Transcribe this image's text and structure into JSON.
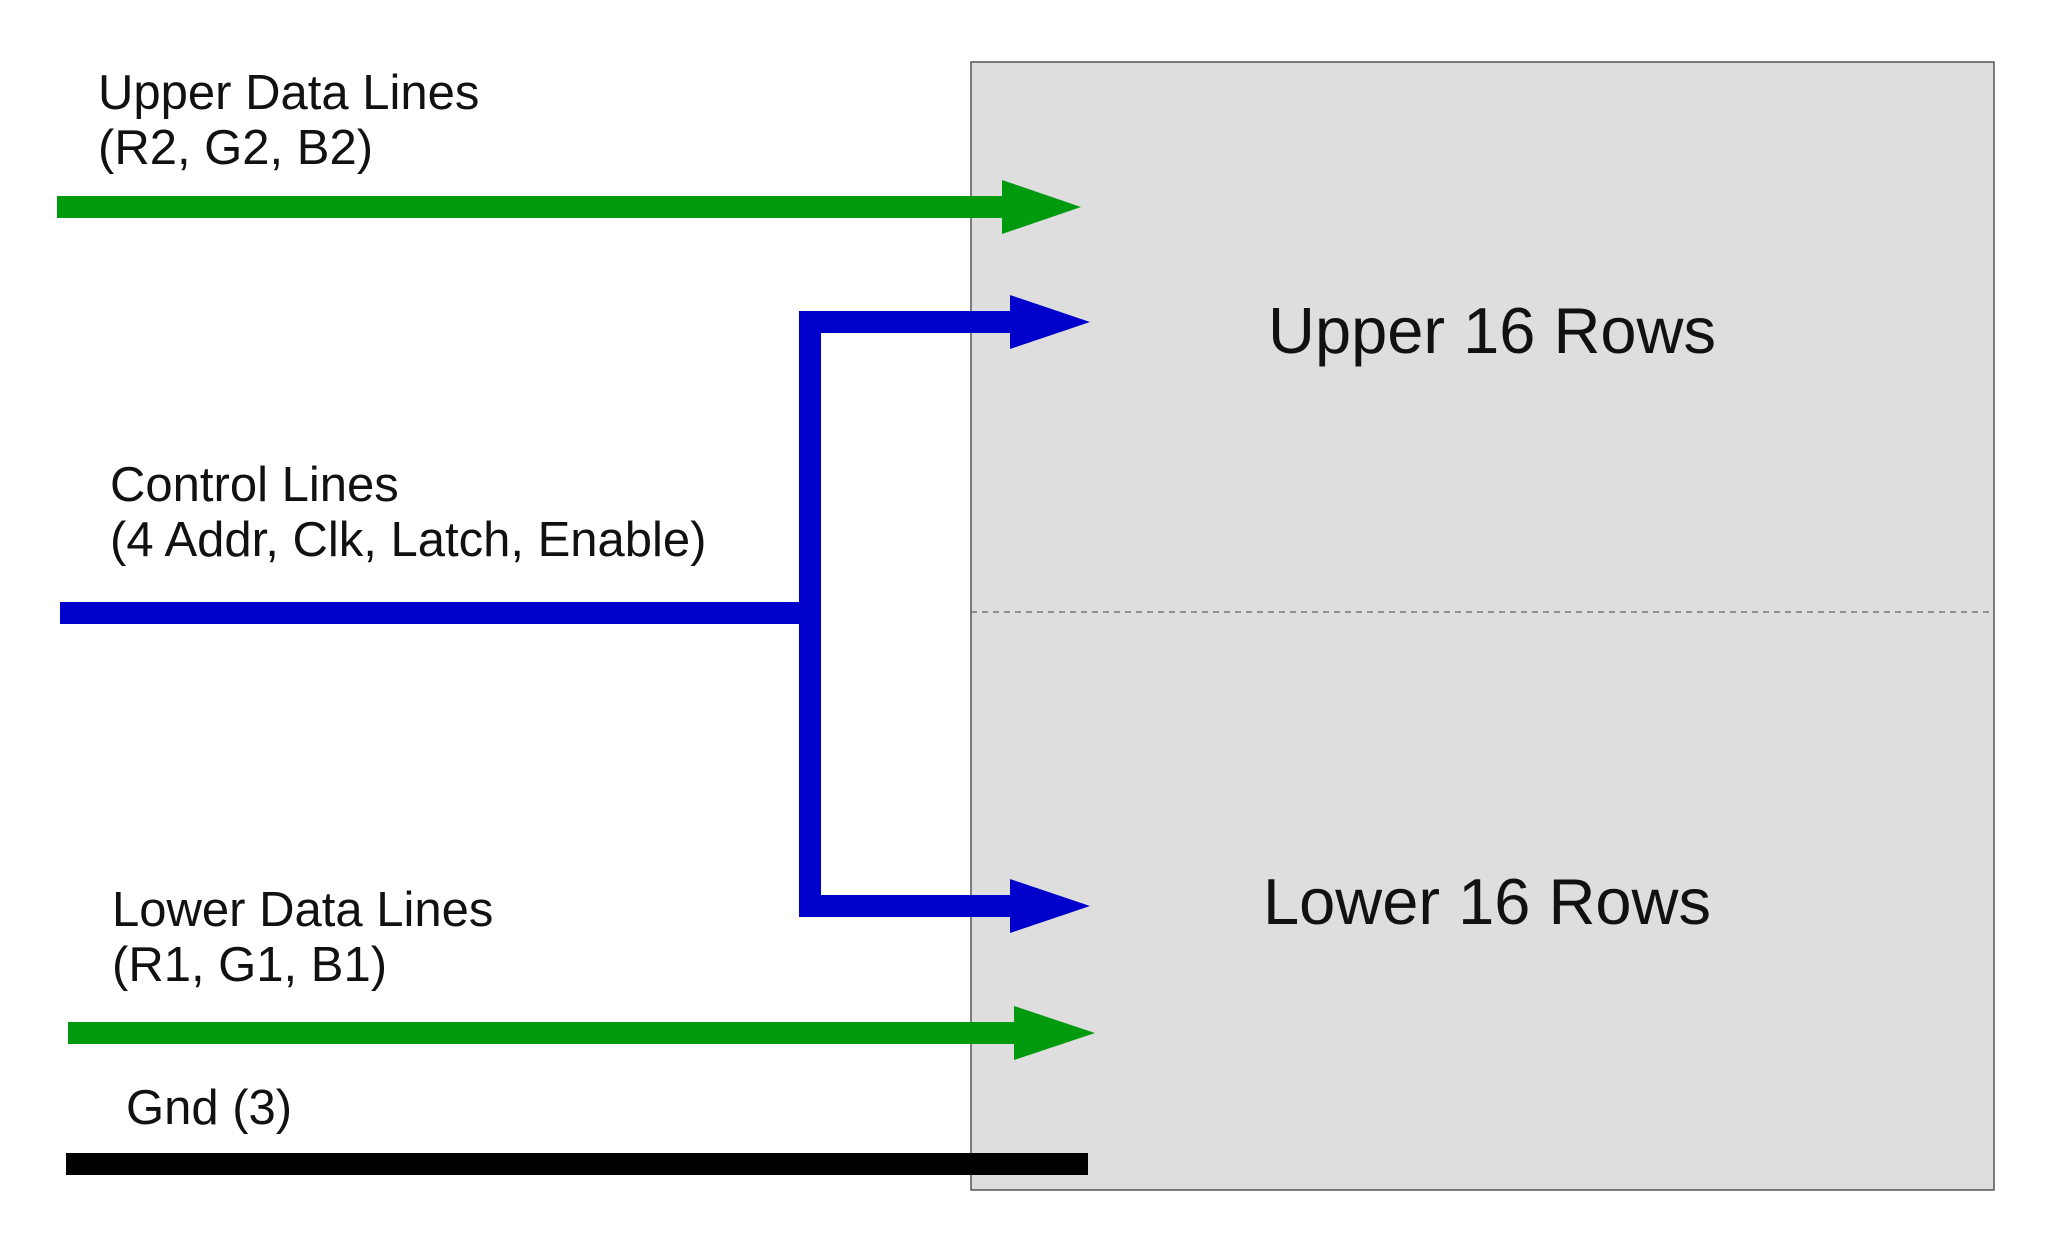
{
  "colors": {
    "data_line": "#009a0e",
    "control_line": "#0000cc",
    "ground_line": "#000000",
    "panel_fill": "#dedede",
    "panel_border": "#555555",
    "divider": "#777777",
    "text": "#111111"
  },
  "panel": {
    "upper_half_label": "Upper 16 Rows",
    "lower_half_label": "Lower 16 Rows"
  },
  "signals": {
    "upper_data": {
      "title": "Upper Data Lines",
      "detail": "(R2, G2, B2)"
    },
    "control": {
      "title": "Control Lines",
      "detail": "(4 Addr, Clk, Latch, Enable)"
    },
    "lower_data": {
      "title": "Lower Data Lines",
      "detail": "(R1, G1, B1)"
    },
    "ground": {
      "title": "Gnd (3)"
    }
  }
}
